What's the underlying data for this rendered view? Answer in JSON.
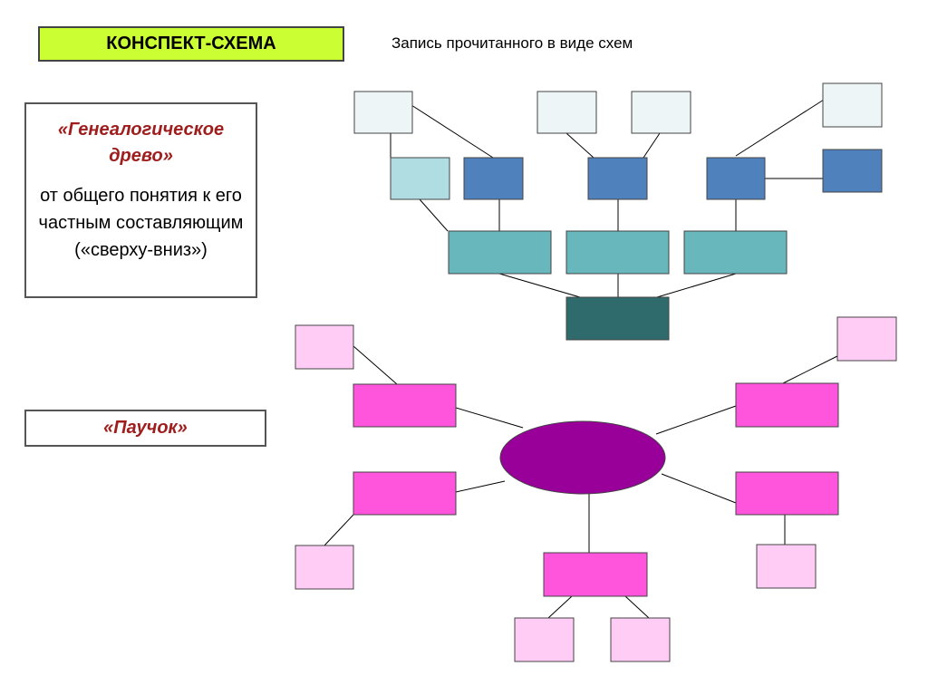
{
  "header": {
    "title": "КОНСПЕКТ-СХЕМА",
    "subtitle": "Запись прочитанного в виде схем"
  },
  "genealogy": {
    "title": "«Генеалогическое древо»",
    "description": "от общего понятия к его частным составляющим («сверху-вниз»)"
  },
  "spider": {
    "title": "«Паучок»"
  },
  "colors": {
    "title_bg": "#ccff33",
    "label_red": "#a01d1d",
    "tree_root": "#2f6b6c",
    "tree_mid": "#67b7bd",
    "tree_blue": "#4f81bd",
    "tree_light_teal": "#b0dde2",
    "tree_pale": "#eef5f6",
    "spider_body": "#990099",
    "spider_leg": "#ff55dd",
    "spider_light": "#ffccf5"
  }
}
